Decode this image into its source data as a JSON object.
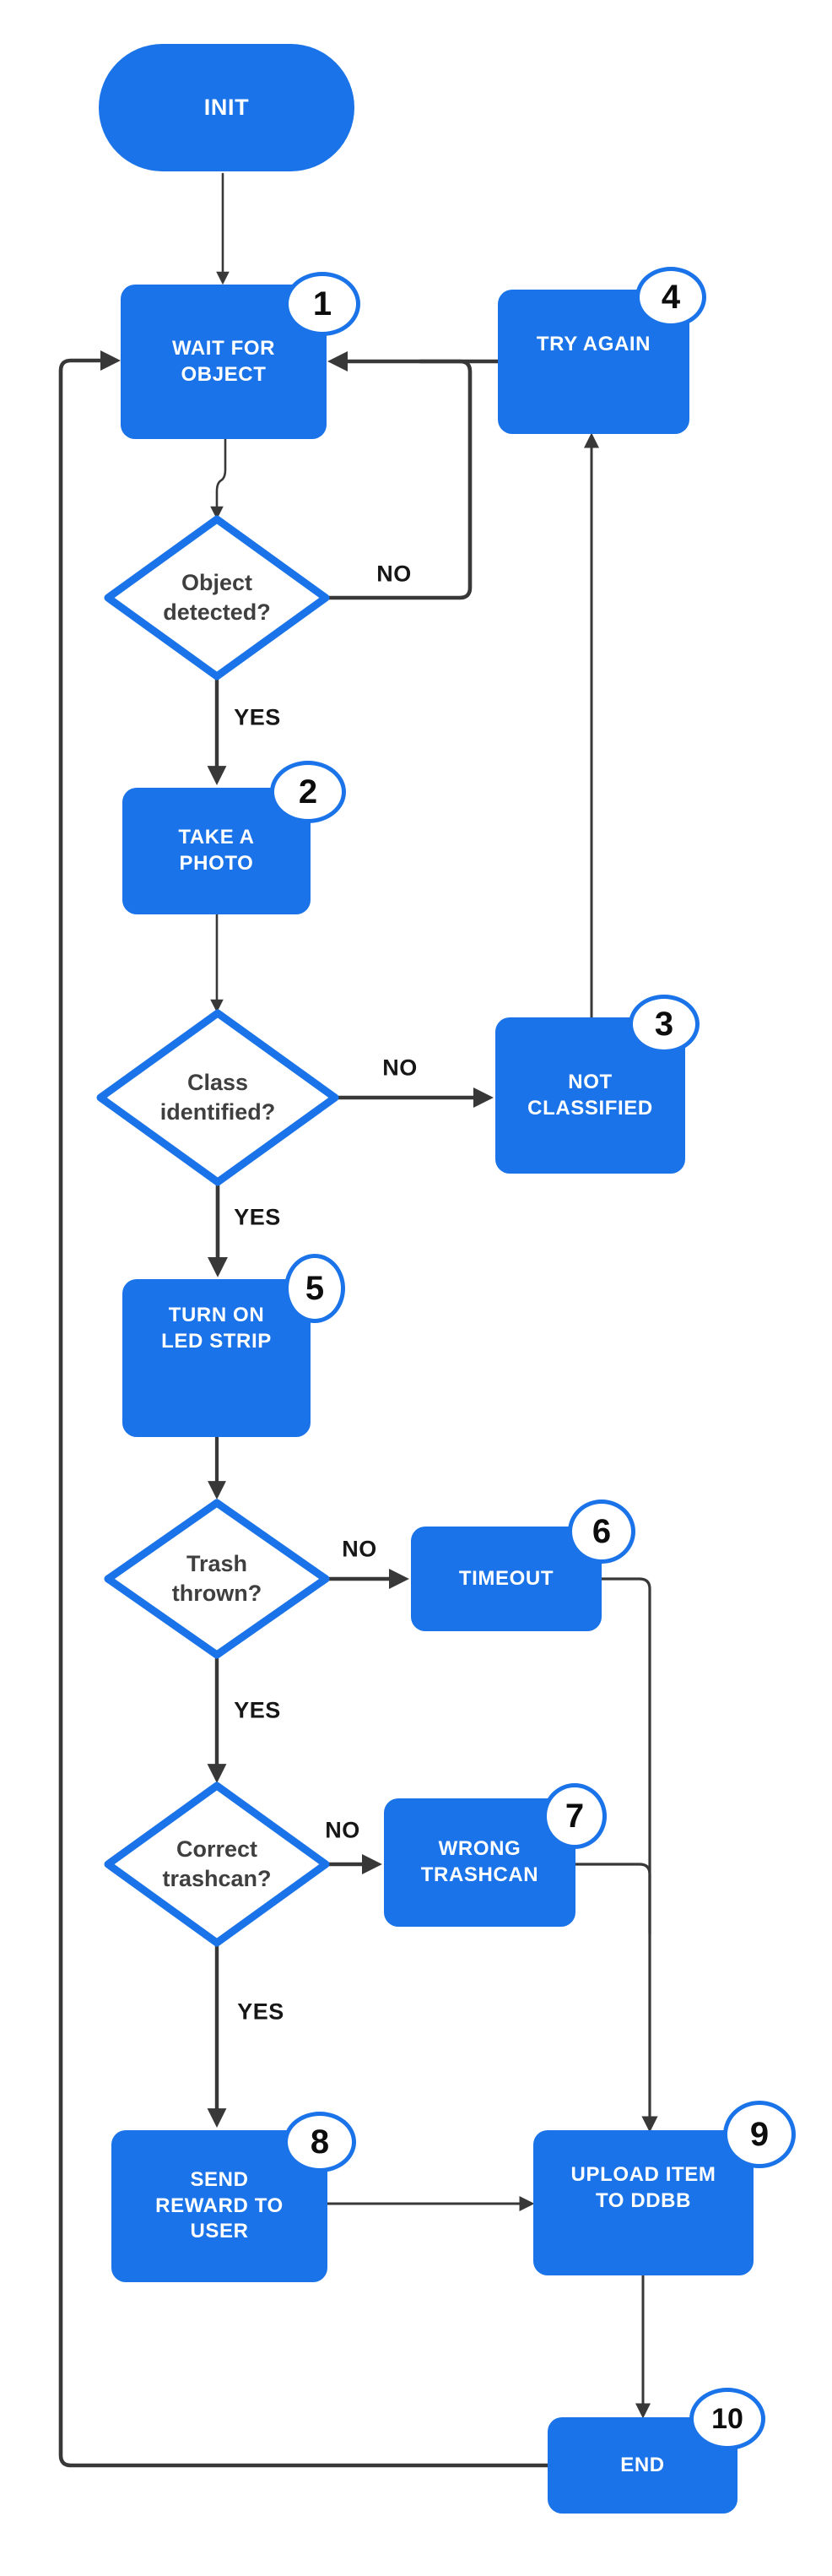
{
  "colors": {
    "node_fill": "#1a73e8",
    "node_text": "#ffffff",
    "decision_border": "#1a73e8",
    "decision_text": "#3f3f3f",
    "connector": "#383838",
    "badge_fill": "#ffffff",
    "badge_text": "#0d0d0d"
  },
  "nodes": {
    "init": {
      "label": "INIT"
    },
    "wait_for_object": {
      "label": "WAIT FOR\nOBJECT",
      "badge": "1"
    },
    "take_photo": {
      "label": "TAKE A\nPHOTO",
      "badge": "2"
    },
    "not_classified": {
      "label": "NOT\nCLASSIFIED",
      "badge": "3"
    },
    "try_again": {
      "label": "TRY AGAIN",
      "badge": "4"
    },
    "turn_on_led_strip": {
      "label": "TURN ON\nLED STRIP",
      "badge": "5"
    },
    "timeout": {
      "label": "TIMEOUT",
      "badge": "6"
    },
    "wrong_trashcan": {
      "label": "WRONG\nTRASHCAN",
      "badge": "7"
    },
    "send_reward": {
      "label": "SEND\nREWARD TO\nUSER",
      "badge": "8"
    },
    "upload_item": {
      "label": "UPLOAD ITEM\nTO DDBB",
      "badge": "9"
    },
    "end": {
      "label": "END",
      "badge": "10"
    }
  },
  "decisions": {
    "object_detected": {
      "label": "Object\ndetected?"
    },
    "class_identified": {
      "label": "Class\nidentified?"
    },
    "trash_thrown": {
      "label": "Trash\nthrown?"
    },
    "correct_trashcan": {
      "label": "Correct\ntrashcan?"
    }
  },
  "edge_labels": {
    "object_detected_no": "NO",
    "object_detected_yes": "YES",
    "class_identified_no": "NO",
    "class_identified_yes": "YES",
    "trash_thrown_no": "NO",
    "trash_thrown_yes": "YES",
    "correct_trashcan_no": "NO",
    "correct_trashcan_yes": "YES"
  }
}
